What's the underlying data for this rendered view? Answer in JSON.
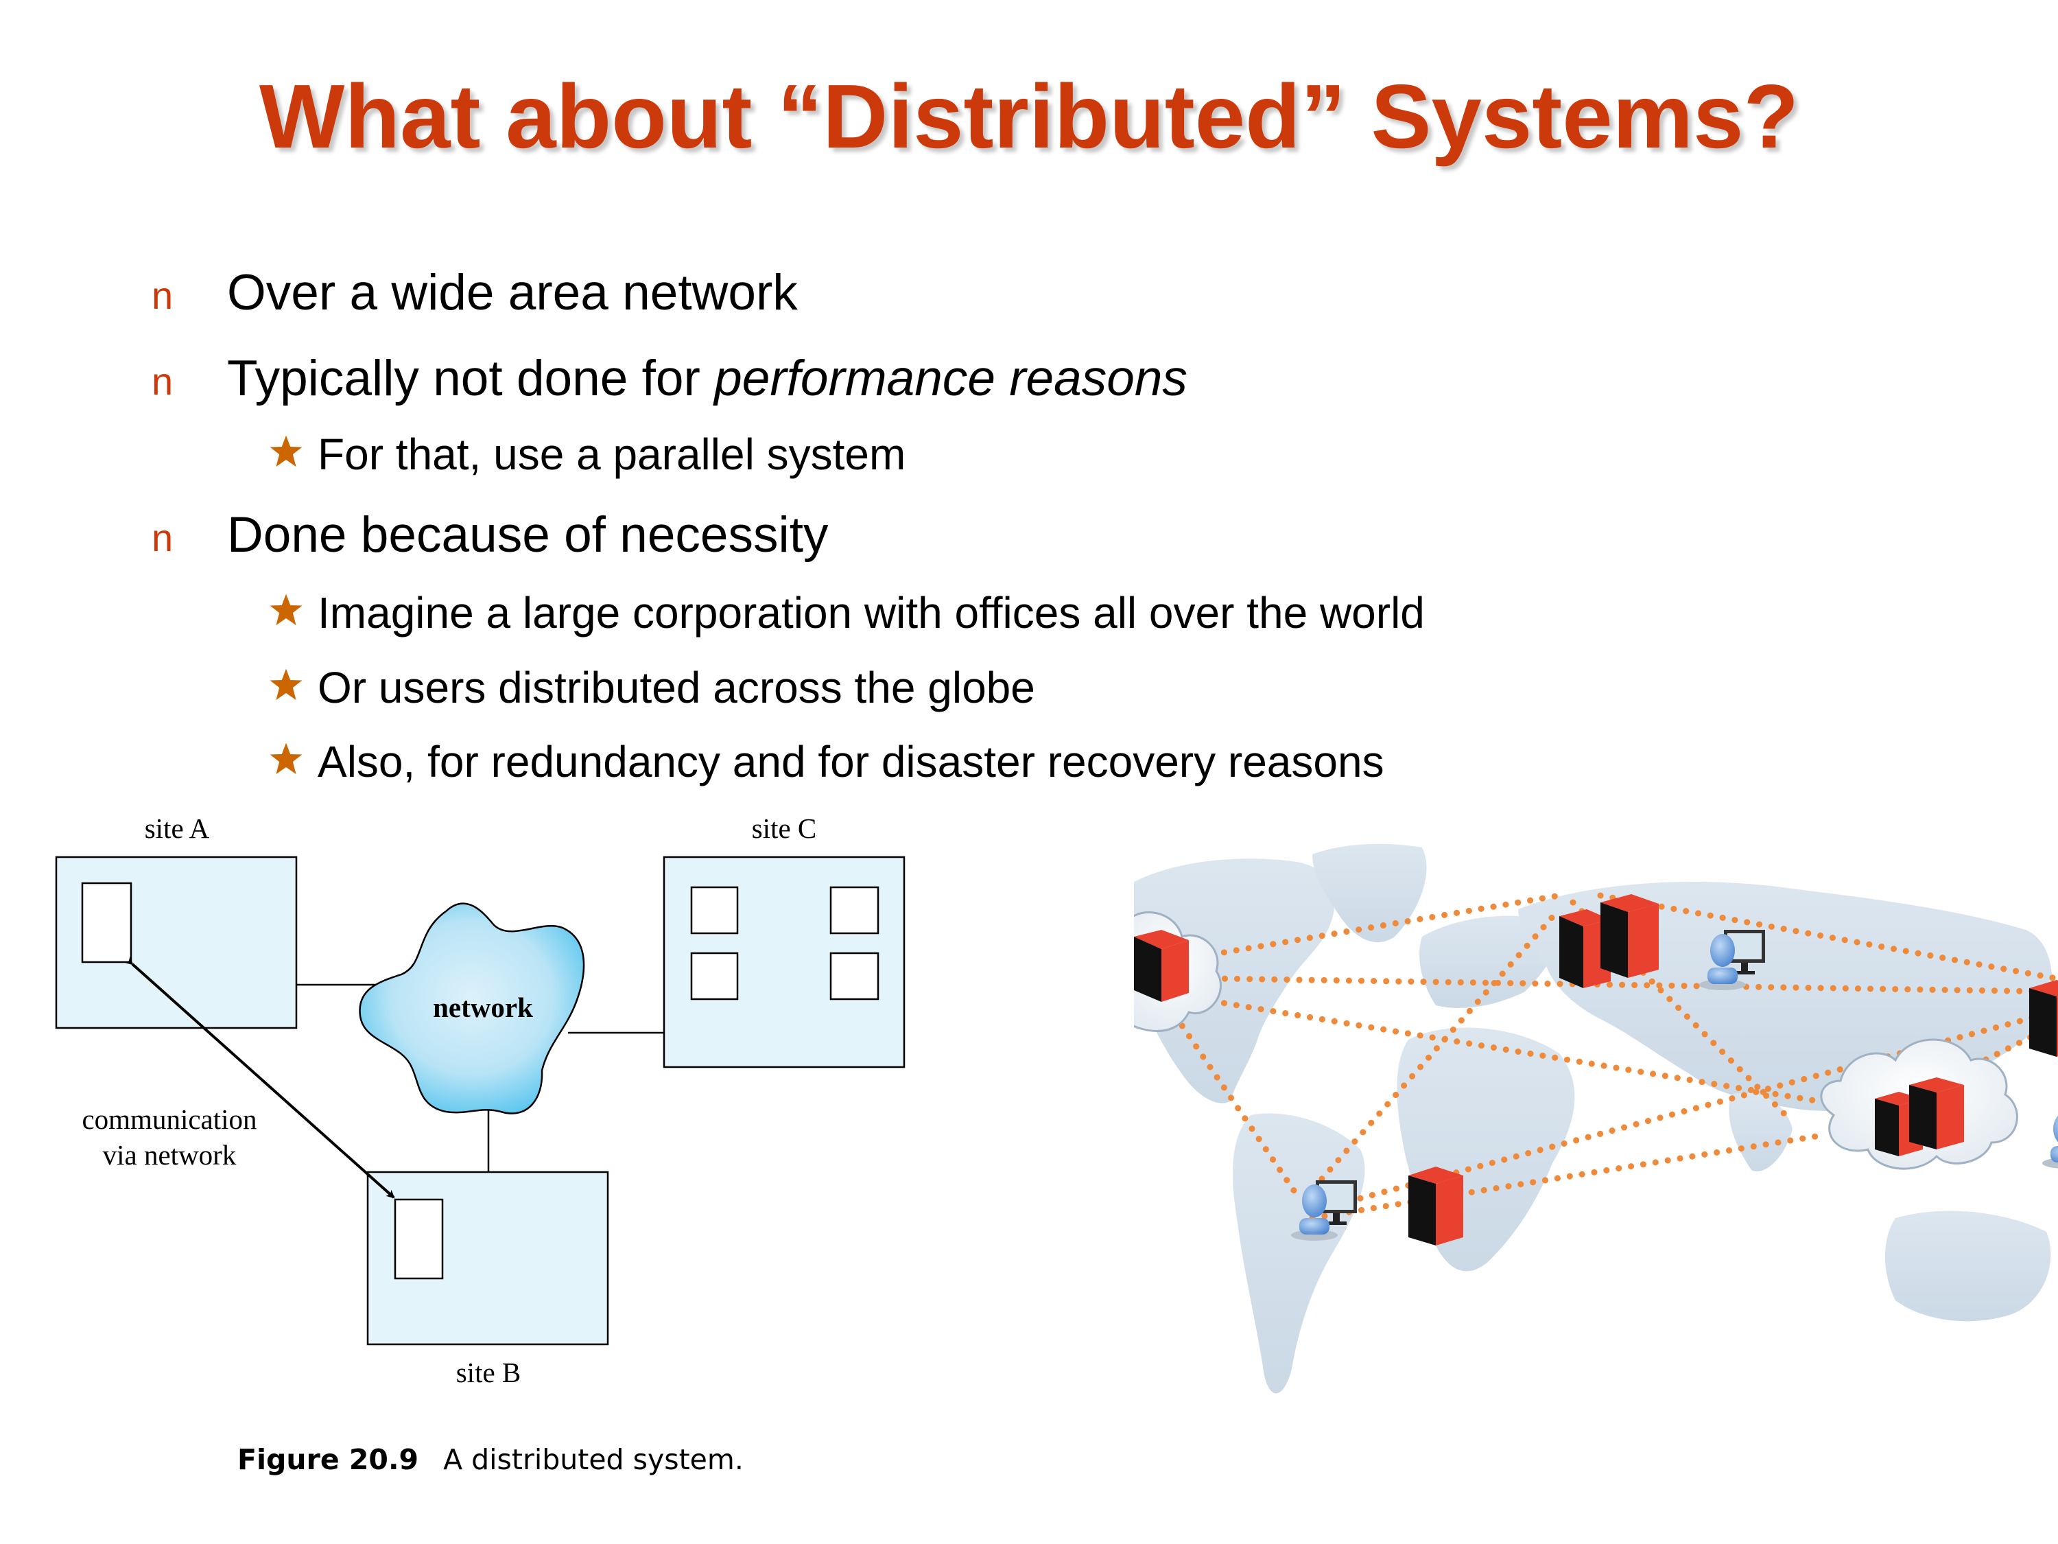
{
  "slide": {
    "title": "What about “Distributed” Systems?",
    "colors": {
      "title": "#CC3A0C",
      "bullet_marker": "#CC3A0C",
      "star": "#CC6600",
      "site_fill": "#E3F4FB",
      "server_red": "#E8412F",
      "link_dots": "#EE8A3A"
    },
    "bullets": [
      {
        "marker": "n",
        "text": "Over a wide area network"
      },
      {
        "marker": "n",
        "text_plain": "Typically not done for ",
        "text_italic": "performance reasons",
        "subs": [
          {
            "icon": "star-icon",
            "text": "For that, use a parallel system"
          }
        ]
      },
      {
        "marker": "n",
        "text": "Done because of necessity",
        "subs": [
          {
            "icon": "star-icon",
            "text": "Imagine a large corporation with offices all over the world"
          },
          {
            "icon": "star-icon",
            "text": "Or users distributed across the globe"
          },
          {
            "icon": "star-icon",
            "text": "Also, for redundancy and for disaster recovery reasons"
          }
        ]
      }
    ]
  },
  "diagram": {
    "site_a_label": "site A",
    "site_b_label": "site B",
    "site_c_label": "site C",
    "network_label": "network",
    "communication_label_line1": "communication",
    "communication_label_line2": "via network",
    "caption_number": "Figure 20.9",
    "caption_text": "A distributed system."
  },
  "map": {
    "description": "world-map-with-distributed-servers",
    "icons": [
      "server-icon",
      "cloud-icon",
      "user-workstation-icon"
    ]
  }
}
